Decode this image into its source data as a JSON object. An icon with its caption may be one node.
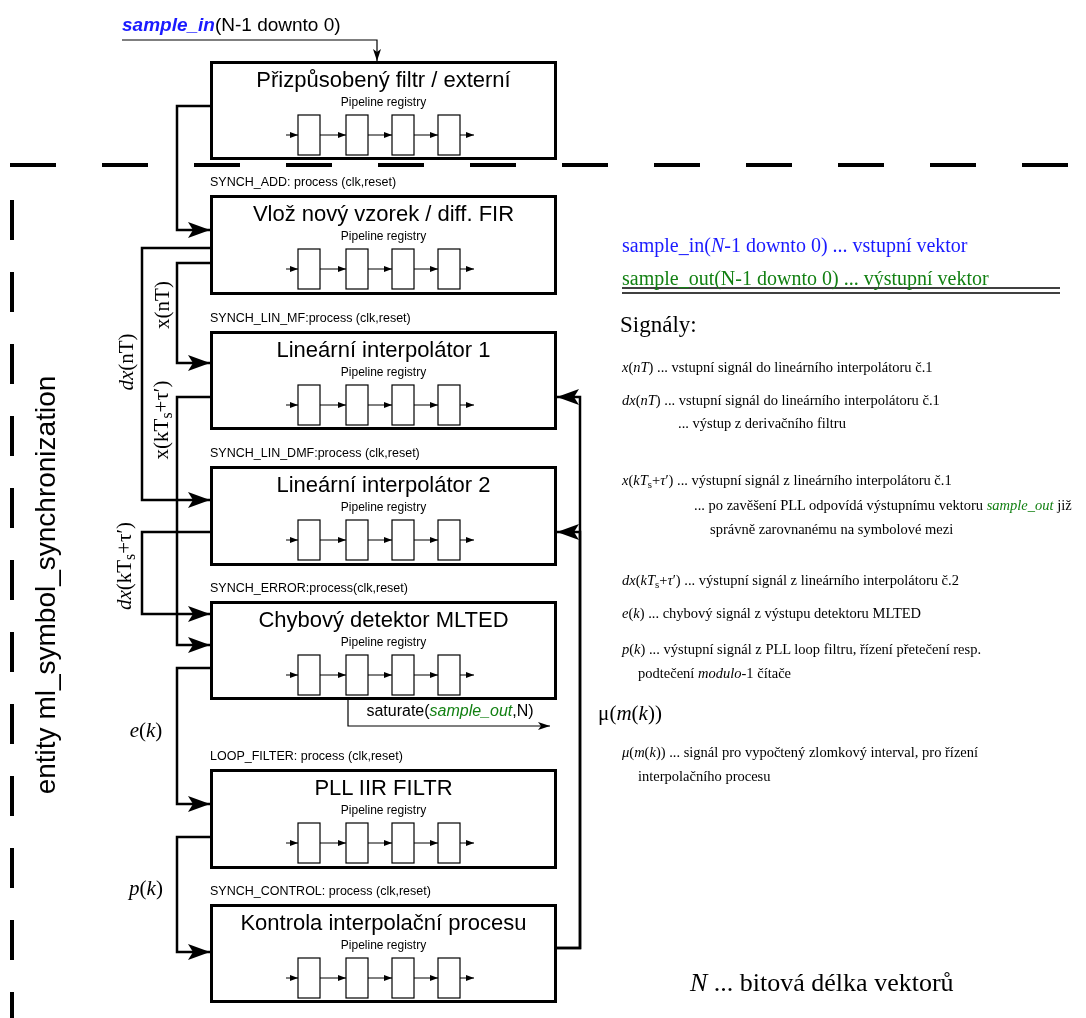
{
  "diagram": {
    "nodes": [
      {
        "text": [
          "**sample_in**(N-1  downto 0)"
        ]
      },
      {
        "text": [
          "Přizpůsobený filtr / externí",
          "Pipeline registry"
        ]
      },
      {
        "text": [
          "Vlož nový vzorek / diff. FIR",
          "Pipeline registry"
        ],
        "beside": [
          "SYNCH_ADD: process (clk,reset)"
        ]
      },
      {
        "text": [
          "Lineární interpolátor 1",
          "Pipeline registry"
        ],
        "beside": [
          "SYNCH_LIN_MF:process (clk,reset)"
        ]
      },
      {
        "text": [
          "Lineární interpolátor 2",
          "Pipeline registry"
        ],
        "beside": [
          "SYNCH_LIN_DMF:process (clk,reset)"
        ]
      },
      {
        "text": [
          "Chybový detektor MLTED",
          "Pipeline registry"
        ],
        "beside": [
          "SYNCH_ERROR:process(clk,reset)"
        ]
      },
      {
        "text": [
          "PLL IIR FILTR",
          "Pipeline registry"
        ],
        "beside": [
          "LOOP_FILTER: process (clk,reset)"
        ]
      },
      {
        "text": [
          "Kontrola interpolační procesu",
          "Pipeline registry"
        ],
        "beside": [
          "SYNCH_CONTROL: process (clk,reset)"
        ]
      }
    ],
    "edges": [
      {
        "from": 0,
        "to": 1,
        "arrow": "to"
      },
      {
        "from": 1,
        "to": 2,
        "arrow": "to"
      },
      {
        "from": 2,
        "to": 3,
        "arrow": "to",
        "label": "x(nT)"
      },
      {
        "from": 2,
        "to": 4,
        "arrow": "to",
        "label": "*dx*(nT)"
      },
      {
        "from": 3,
        "to": 5,
        "arrow": "to",
        "label": "x(kT$_{s}$+τ′)"
      },
      {
        "from": 4,
        "to": 5,
        "arrow": "to",
        "label": "*dx*(kT$_{s}$+τ′)"
      },
      {
        "from": 5,
        "to": 6,
        "arrow": "to",
        "label": "*e*(*k*)"
      },
      {
        "from": 6,
        "to": 7,
        "arrow": "to",
        "label": "*p*(*k*)"
      },
      {
        "from": 7,
        "to": 3,
        "arrow": "to",
        "label": "μ(*m*(*k*))"
      },
      {
        "from": 7,
        "to": 4,
        "arrow": "to"
      },
      {
        "from": 5,
        "to": null,
        "arrow": "to",
        "label": "saturate(*sample_out*,N)"
      }
    ],
    "labels": [
      "entity ml_symbol_synchronization",
      "sample_in(*N*-1  downto 0) ... vstupní vektor",
      "sample_out(N-1  downto 0) ... výstupní vektor",
      "Signály:",
      "*x*(*nT*) ... vstupní signál do lineárního interpolátoru č.1",
      "*dx*(*nT*) ... vstupní signál do lineárního interpolátoru č.1",
      "... výstup z derivačního filtru",
      "*x*(*kT*$_{s}$+*τ*′) ... výstupní signál z lineárního interpolátoru č.1",
      "... po zavěšení PLL odpovídá výstupnímu vektoru *sample_out* již správně zarovnanému na symbolové mezi",
      "*dx*(*kT*$_{s}$+*τ*′) ... výstupní signál z lineárního interpolátoru č.2",
      "*e*(*k*) ... chybový signál z výstupu detektoru MLTED",
      "*p*(*k*) ... výstupní signál z PLL loop filtru, řízení přetečení resp. podtečení *modulo*-1 čítače",
      "*μ*(*m*(*k*)) ... signál pro vypočtený zlomkový interval, pro řízení interpolačního procesu",
      "*N* ... bitová délka vektorů"
    ]
  }
}
